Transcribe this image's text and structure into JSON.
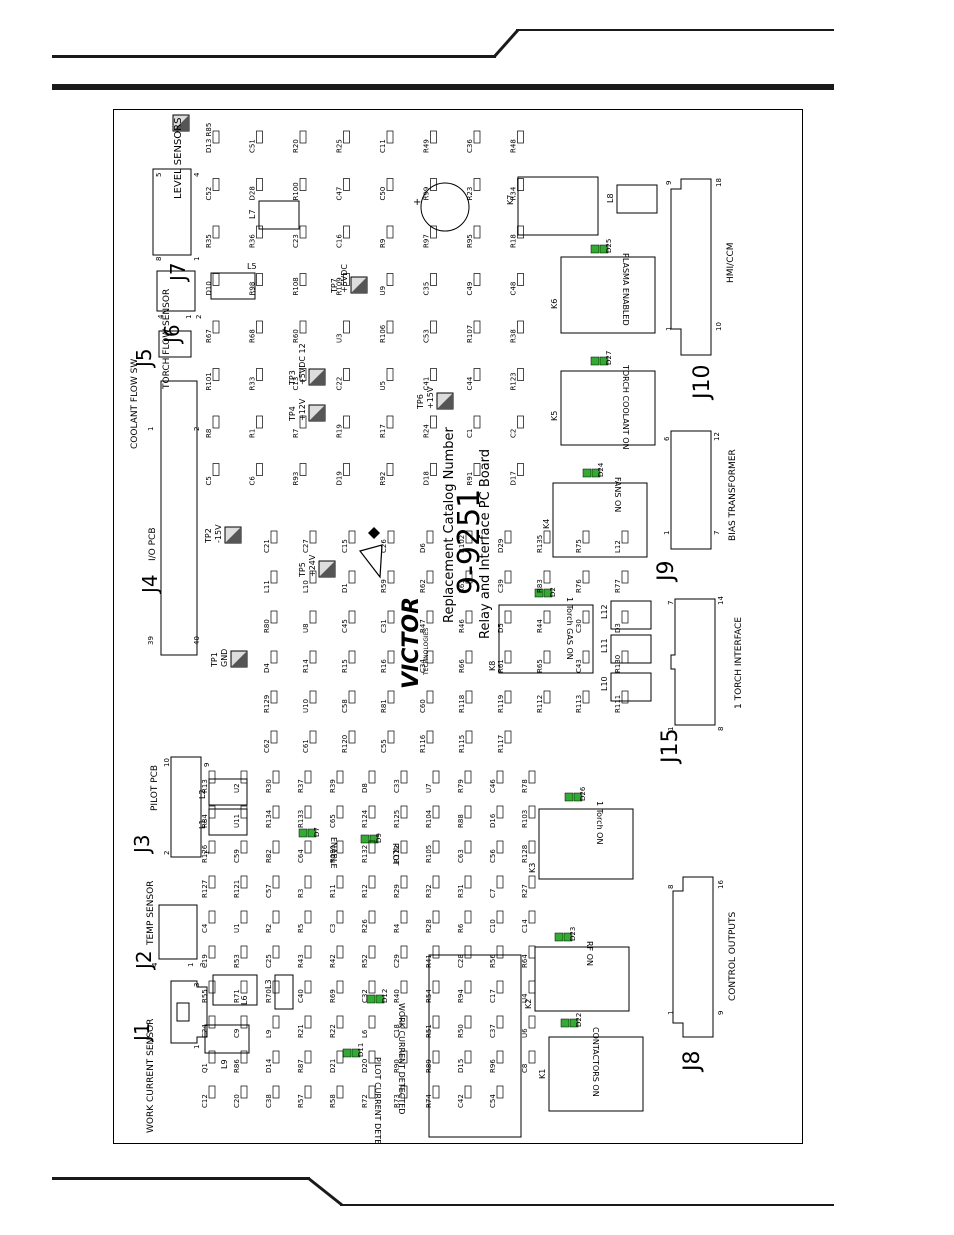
{
  "board": {
    "catalog_text": "Replacement Catalog Number",
    "catalog_number": "9-9251",
    "board_title": "Relay and Interface PC Board",
    "logo_brand": "VICTOR",
    "logo_sub": "TECHNOLOGIES"
  },
  "connectors": [
    {
      "id": "J7",
      "label": "J7",
      "caption": "LEVEL SENSORS",
      "pins": [
        "5",
        "8",
        "1",
        "4"
      ]
    },
    {
      "id": "J6",
      "label": "J6",
      "caption": "TORCH FLOW SENSOR",
      "pins": [
        "4",
        "1",
        "2"
      ]
    },
    {
      "id": "J5",
      "label": "J5",
      "caption": "COOLANT FLOW SW",
      "pins": []
    },
    {
      "id": "J4",
      "label": "J4",
      "caption": "I/O PCB",
      "pins": [
        "1",
        "2",
        "39",
        "40"
      ]
    },
    {
      "id": "J3",
      "label": "J3",
      "caption": "PILOT PCB",
      "pins": [
        "10",
        "9",
        "2",
        "1"
      ]
    },
    {
      "id": "J2",
      "label": "J2",
      "caption": "TEMP SENSOR",
      "pins": [
        "4",
        "1",
        "3"
      ]
    },
    {
      "id": "J1",
      "label": "J1",
      "caption": "WORK CURRENT SENSOR",
      "pins": [
        "3",
        "1"
      ]
    },
    {
      "id": "J10",
      "label": "J10",
      "caption": "HMI/CCM",
      "pins": [
        "9",
        "18",
        "1",
        "10"
      ]
    },
    {
      "id": "J9",
      "label": "J9",
      "caption": "BIAS TRANSFORMER",
      "pins": [
        "6",
        "12",
        "1",
        "7"
      ]
    },
    {
      "id": "J15",
      "label": "J15",
      "caption": "1 TORCH INTERFACE",
      "pins": [
        "7",
        "14",
        "1",
        "8"
      ]
    },
    {
      "id": "J8",
      "label": "J8",
      "caption": "CONTROL OUTPUTS",
      "pins": [
        "8",
        "16",
        "1",
        "9"
      ]
    }
  ],
  "test_points": [
    {
      "id": "TP1",
      "name": "GND"
    },
    {
      "id": "TP2",
      "name": "-15V"
    },
    {
      "id": "TP3",
      "name": "+5VDC 12"
    },
    {
      "id": "TP4",
      "name": "+12V"
    },
    {
      "id": "TP5",
      "name": "+24V"
    },
    {
      "id": "TP6",
      "name": "+15V"
    },
    {
      "id": "TP7",
      "name": "+5VDC"
    }
  ],
  "leds": [
    {
      "id": "D25",
      "label": "PLASMA ENABLED"
    },
    {
      "id": "D27",
      "label": "TORCH COOLANT ON"
    },
    {
      "id": "D24",
      "label": "FANS ON"
    },
    {
      "id": "D2",
      "label": "1 Torch GAS ON"
    },
    {
      "id": "D26",
      "label": "1 Torch ON"
    },
    {
      "id": "D23",
      "label": "RF ON"
    },
    {
      "id": "D22",
      "label": "CONTACTORS ON"
    },
    {
      "id": "D7",
      "label": "ENABLE"
    },
    {
      "id": "D9",
      "label": "PILOT"
    },
    {
      "id": "D12",
      "label": "WORK CURRENT DETECTED"
    },
    {
      "id": "D11",
      "label": "PILOT CURRENT DETECTED"
    }
  ],
  "relays": [
    "K1",
    "K2",
    "K3",
    "K4",
    "K5",
    "K6",
    "K7",
    "K8"
  ],
  "inductors": [
    "L1",
    "L2",
    "L3",
    "L5",
    "L6",
    "L7",
    "L8",
    "L9",
    "L10",
    "L11",
    "L12"
  ],
  "refdes_top": [
    "D13 R85",
    "C51",
    "R20",
    "R25",
    "C11",
    "R49",
    "C36",
    "R48",
    "C52",
    "D28",
    "R100",
    "C47",
    "C50",
    "R99",
    "R23",
    "R34",
    "R35",
    "R36",
    "C23",
    "C16",
    "R9",
    "R97",
    "R95",
    "R18",
    "D10",
    "R98",
    "R108",
    "R109",
    "U9",
    "C35",
    "C49",
    "C48",
    "R67",
    "R68",
    "R60",
    "U3",
    "R106",
    "C53",
    "R107",
    "R38",
    "R101",
    "R33",
    "C13",
    "C22",
    "U5",
    "C41",
    "C44",
    "R123",
    "R8",
    "R1",
    "R7",
    "R19",
    "R17",
    "R24",
    "C1",
    "C2",
    "C5",
    "C6",
    "R93",
    "D19",
    "R92",
    "D18",
    "R91",
    "D17"
  ],
  "refdes_mid": [
    "C21",
    "C27",
    "C15",
    "C26",
    "D6",
    "R102",
    "D29",
    "R135",
    "R75",
    "L12",
    "L11",
    "L10",
    "D1",
    "R59",
    "R62",
    "R63",
    "C39",
    "R83",
    "R76",
    "R77",
    "R80",
    "U8",
    "C45",
    "C31",
    "R47",
    "R46",
    "D5",
    "R44",
    "C30",
    "D3",
    "D4",
    "R14",
    "R15",
    "R16",
    "C34",
    "R66",
    "R61",
    "R65",
    "C43",
    "R130",
    "R129",
    "U10",
    "C58",
    "R81",
    "C60",
    "R118",
    "R119",
    "R112",
    "R113",
    "R111",
    "C62",
    "C61",
    "R120",
    "C55",
    "R116",
    "R115",
    "R117"
  ],
  "refdes_bottom": [
    "R13",
    "U2",
    "R30",
    "R37",
    "R39",
    "D8",
    "C33",
    "U7",
    "R79",
    "C46",
    "R78",
    "R84",
    "U11",
    "R134",
    "R133",
    "C65",
    "R124",
    "R125",
    "R104",
    "R88",
    "D16",
    "R103",
    "R126",
    "C59",
    "R82",
    "C64",
    "R131",
    "R132",
    "R122",
    "R105",
    "C63",
    "C56",
    "R128",
    "R127",
    "R121",
    "C57",
    "R3",
    "R11",
    "R12",
    "R29",
    "R32",
    "R31",
    "C7",
    "R27",
    "C4",
    "U1",
    "R2",
    "R5",
    "C3",
    "R26",
    "R4",
    "R28",
    "R6",
    "C10",
    "C14",
    "C19",
    "R53",
    "C25",
    "R43",
    "R42",
    "R52",
    "C29",
    "R41",
    "C28",
    "R56",
    "R64",
    "R55",
    "R71",
    "R70",
    "C40",
    "R69",
    "C32",
    "R40",
    "R54",
    "R94",
    "C17",
    "U4",
    "C24",
    "C9",
    "L9",
    "R21",
    "R22",
    "L6",
    "C18",
    "R51",
    "R50",
    "C37",
    "U6",
    "Q1",
    "R86",
    "D14",
    "R87",
    "D21",
    "D20",
    "R90",
    "R89",
    "D15",
    "R96",
    "C8",
    "C12",
    "C20",
    "C38",
    "R57",
    "R58",
    "R72",
    "R73",
    "R74",
    "C42",
    "C54"
  ],
  "colors": {
    "led_green": "#33aa33",
    "test_point_dark": "#555555",
    "test_point_light": "#dddddd",
    "line": "#000000"
  }
}
